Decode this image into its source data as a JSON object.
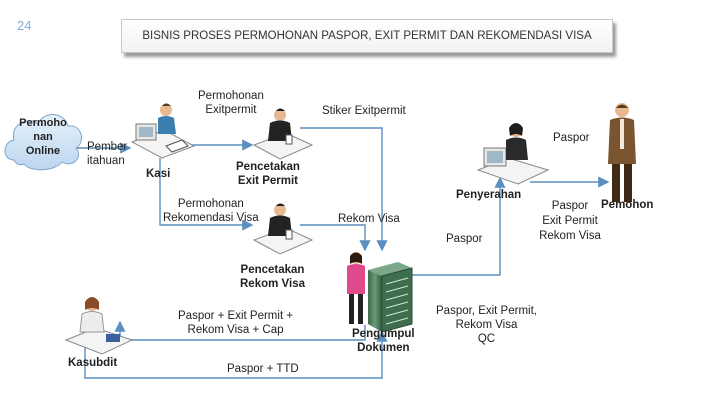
{
  "page_number": "24",
  "title": "BISNIS PROSES PERMOHONAN PASPOR, EXIT PERMIT DAN REKOMENDASI VISA",
  "cloud": {
    "line1": "Permoho",
    "line2": "nan",
    "line3": "Online"
  },
  "labels": {
    "pemberitahuan_1": "Pember",
    "pemberitahuan_2": "itahuan",
    "kasi": "Kasi",
    "permohonan_exitpermit_1": "Permohonan",
    "permohonan_exitpermit_2": "Exitpermit",
    "stiker_exitpermit": "Stiker Exitpermit",
    "pencetakan_exit_1": "Pencetakan",
    "pencetakan_exit_2": "Exit Permit",
    "permohonan_rekvisa_1": "Permohonan",
    "permohonan_rekvisa_2": "Rekomendasi Visa",
    "rekom_visa": "Rekom Visa",
    "paspor_top": "Paspor",
    "penyerahan": "Penyerahan",
    "paspor_mid": "Paspor",
    "pemohon": "Pemohon",
    "pemohon_items_1": "Paspor",
    "pemohon_items_2": "Exit Permit",
    "pemohon_items_3": "Rekom Visa",
    "pencetakan_rekvisa_1": "Pencetakan",
    "pencetakan_rekvisa_2": "Rekom Visa",
    "paspor_exit_rekom_cap_1": "Paspor + Exit Permit +",
    "paspor_exit_rekom_cap_2": "Rekom Visa + Cap",
    "pengumpul_1": "Pengumpul",
    "pengumpul_2": "Dokumen",
    "paspor_exit_qc_1": "Paspor, Exit Permit,",
    "paspor_exit_qc_2": "Rekom Visa",
    "paspor_exit_qc_3": "QC",
    "kasubdit": "Kasubdit",
    "paspor_ttd": "Paspor + TTD"
  },
  "colors": {
    "accent_blue": "#7fb0d8",
    "cloud_fill": "#cfe3f6",
    "arrow_line": "#5a8fc0",
    "shirt_blue": "#3a7fb0",
    "suit_brown": "#7a5530",
    "server_green": "#4a7a5a"
  },
  "icons": [
    "cloud-icon",
    "worker-at-desk-icon",
    "standing-person-icon",
    "server-rack-icon"
  ]
}
